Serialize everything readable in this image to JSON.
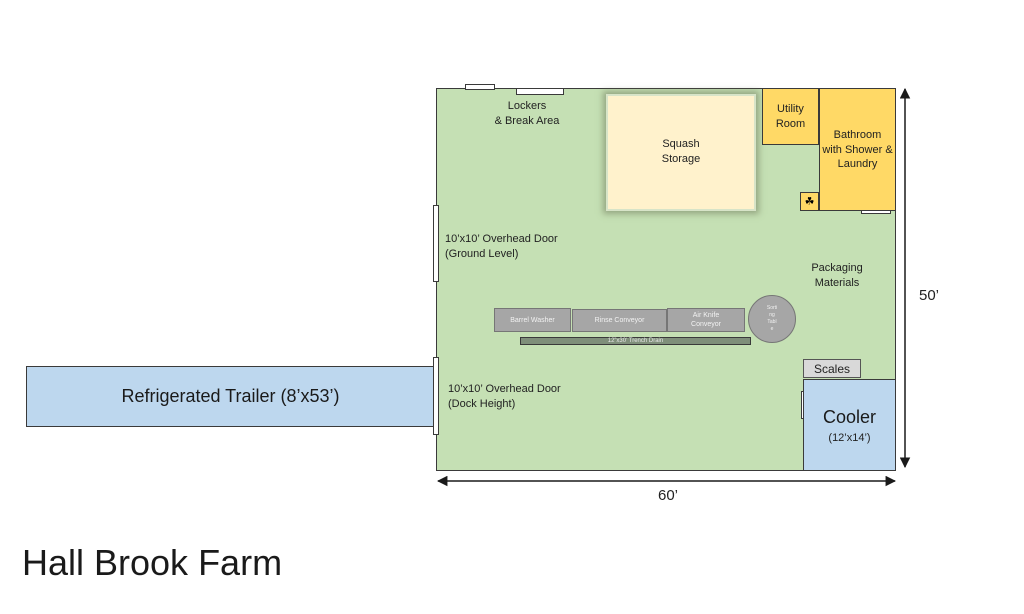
{
  "title": "Hall Brook Farm",
  "rooms": {
    "lockers": "Lockers\n& Break Area",
    "squash_storage": "Squash\nStorage",
    "utility_room": "Utility\nRoom",
    "bathroom": "Bathroom\nwith Shower &\nLaundry",
    "packaging": "Packaging\nMaterials",
    "scales": "Scales",
    "cooler": "Cooler",
    "cooler_size": "(12’x14’)",
    "trailer": "Refrigerated Trailer (8’x53’)"
  },
  "doors": {
    "ground": "10’x10’ Overhead Door\n(Ground Level)",
    "dock": "10’x10’ Overhead Door\n(Dock Height)"
  },
  "equipment": {
    "barrel_washer": "Barrel Washer",
    "rinse_conveyor": "Rinse Conveyor",
    "air_knife": "Air Knife\nConveyor",
    "sort_table": "Sorti\nng\nTabl\ne",
    "trench_drain": "12”x30’ Trench Drain"
  },
  "dimensions": {
    "width": "60’",
    "height": "50’"
  },
  "colors": {
    "floor": "#c5e0b4",
    "cold": "#bdd7ee",
    "utility": "#ffd966",
    "storage": "#fff2cc",
    "equipment": "#a6a6a6"
  },
  "icons": {
    "sink": "sink-icon"
  }
}
